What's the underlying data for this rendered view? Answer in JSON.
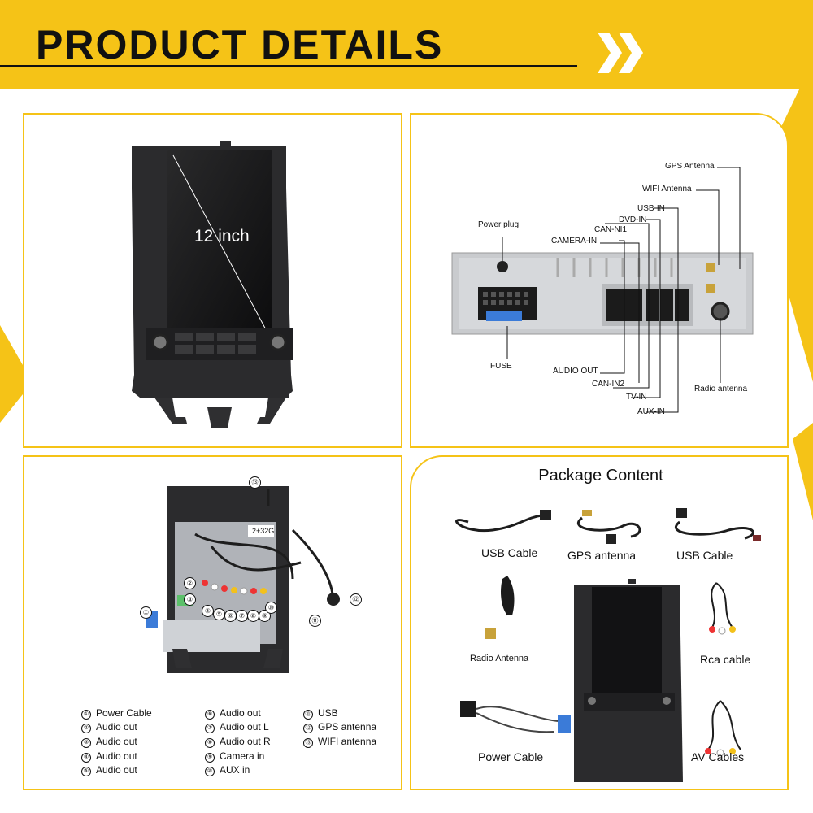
{
  "header": {
    "title": "PRODUCT DETAILS"
  },
  "panel_radio": {
    "screen_size": "12 inch"
  },
  "panel_back": {
    "labels": {
      "gps_antenna": "GPS Antenna",
      "wifi_antenna": "WIFI Antenna",
      "usb_in": "USB-IN",
      "dvd_in": "DVD-IN",
      "can_ni1": "CAN-NI1",
      "camera_in": "CAMERA-IN",
      "power_plug": "Power plug",
      "fuse": "FUSE",
      "audio_out": "AUDIO OUT",
      "can_in2": "CAN-IN2",
      "tv_in": "TV-IN",
      "aux_in": "AUX-IN",
      "radio_antenna": "Radio antenna"
    }
  },
  "panel_wiring": {
    "chip_label": "2+32G",
    "callouts": [
      "①",
      "②",
      "③",
      "④",
      "⑤",
      "⑥",
      "⑦",
      "⑧",
      "⑨",
      "⑩",
      "⑪",
      "⑫",
      "⑬"
    ],
    "legend": [
      {
        "num": "①",
        "text": "Power Cable"
      },
      {
        "num": "②",
        "text": "Audio out"
      },
      {
        "num": "③",
        "text": "Audio out"
      },
      {
        "num": "④",
        "text": "Audio out"
      },
      {
        "num": "⑤",
        "text": "Audio out"
      },
      {
        "num": "⑥",
        "text": "Audio out"
      },
      {
        "num": "⑦",
        "text": "Audio out L"
      },
      {
        "num": "⑧",
        "text": "Audio out R"
      },
      {
        "num": "⑨",
        "text": "Camera in"
      },
      {
        "num": "⑩",
        "text": "AUX in"
      },
      {
        "num": "⑪",
        "text": "USB"
      },
      {
        "num": "⑫",
        "text": "GPS antenna"
      },
      {
        "num": "⑬",
        "text": "WIFI antenna"
      }
    ]
  },
  "panel_package": {
    "title": "Package Content",
    "items": [
      "USB Cable",
      "GPS antenna",
      "USB Cable",
      "Radio Antenna",
      "Rca cable",
      "Power Cable",
      "AV Cables"
    ]
  },
  "colors": {
    "accent": "#f5c317",
    "dark": "#111111",
    "device": "#2b2b2d"
  },
  "icons": [
    "chevron-arrow-icon"
  ]
}
